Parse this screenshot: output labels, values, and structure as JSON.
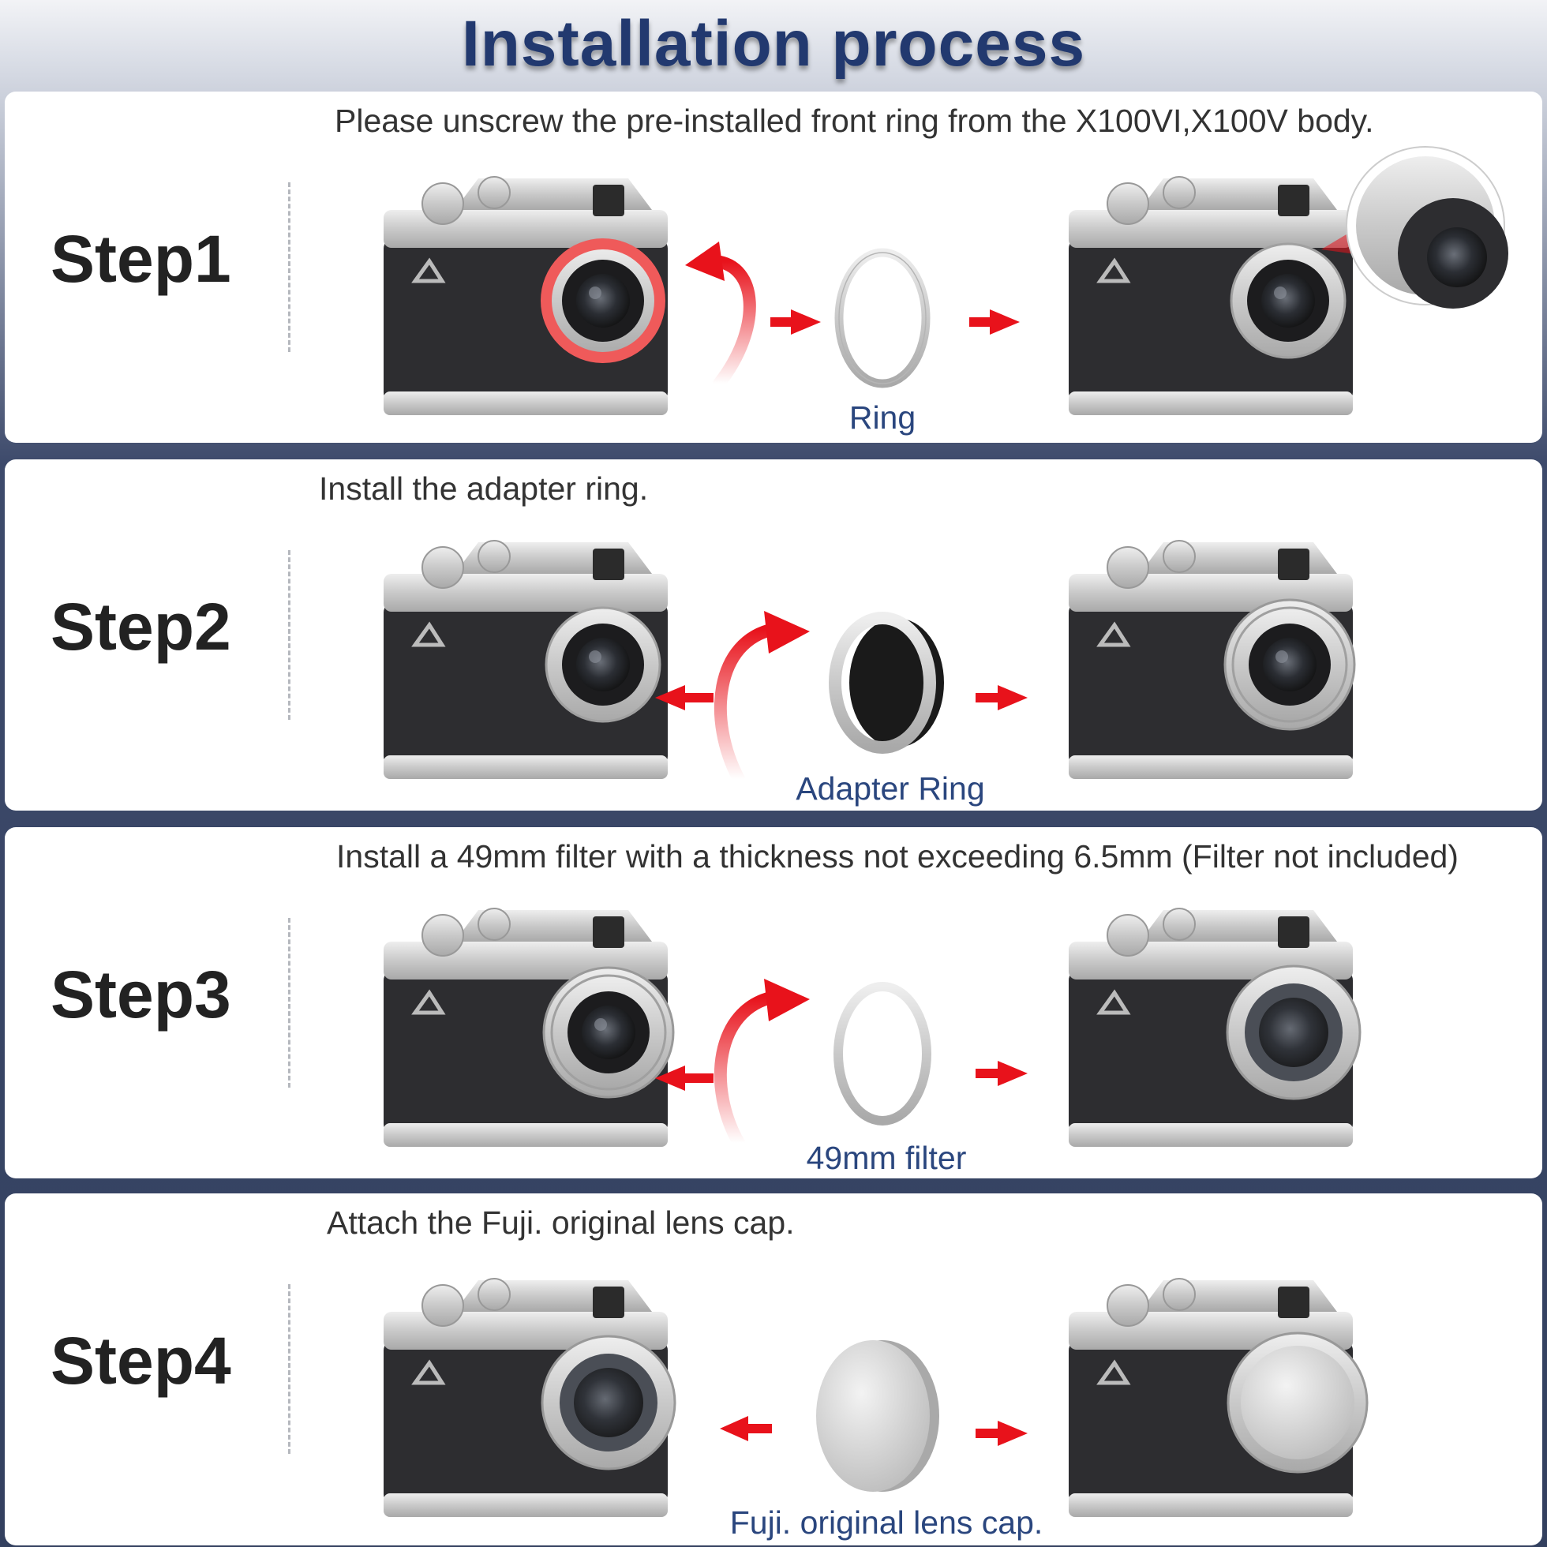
{
  "page_title": "Installation process",
  "steps": [
    {
      "label": "Step1",
      "instruction": "Please unscrew the pre-installed front ring from the X100VI,X100V body.",
      "part": "Ring"
    },
    {
      "label": "Step2",
      "instruction": "Install the adapter ring.",
      "part": "Adapter Ring"
    },
    {
      "label": "Step3",
      "instruction": "Install a 49mm filter with a thickness not exceeding 6.5mm (Filter not included)",
      "part": "49mm filter"
    },
    {
      "label": "Step4",
      "instruction": "Attach the Fuji. original lens cap.",
      "part": "Fuji. original lens cap."
    }
  ],
  "colors": {
    "title": "#22396f",
    "arrow": "#e8121b",
    "part_label": "#2a467e",
    "highlight_ring": "#ef5a5a"
  },
  "icons": {
    "camera": "camera-icon",
    "arrow": "arrow-right-icon",
    "curved_arrow": "curved-arrow-icon",
    "ring": "ring-icon",
    "lens_cap": "lens-cap-icon"
  }
}
